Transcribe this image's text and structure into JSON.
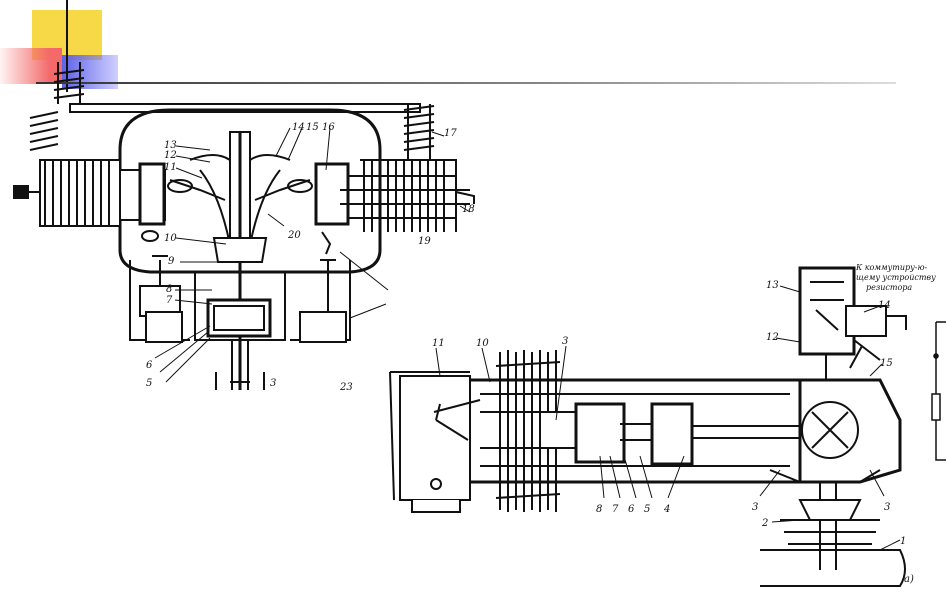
{
  "figure_left": {
    "labels": [
      "13",
      "12",
      "11",
      "14",
      "15",
      "16",
      "17",
      "18",
      "19",
      "20",
      "10",
      "9",
      "8",
      "7",
      "6",
      "5",
      "3",
      "23"
    ]
  },
  "figure_right": {
    "labels": [
      "11",
      "10",
      "3",
      "13",
      "12",
      "14",
      "15",
      "1",
      "2",
      "3",
      "3",
      "8",
      "7",
      "6",
      "5",
      "4",
      "а)"
    ],
    "note_line1": "К коммутиру-ю-",
    "note_line2": "щему устройству",
    "note_line3": "резистора"
  },
  "colors": {
    "accent_yellow": "#f7d948",
    "accent_red": "#f46a6a",
    "accent_blue": "#5d62e8"
  }
}
